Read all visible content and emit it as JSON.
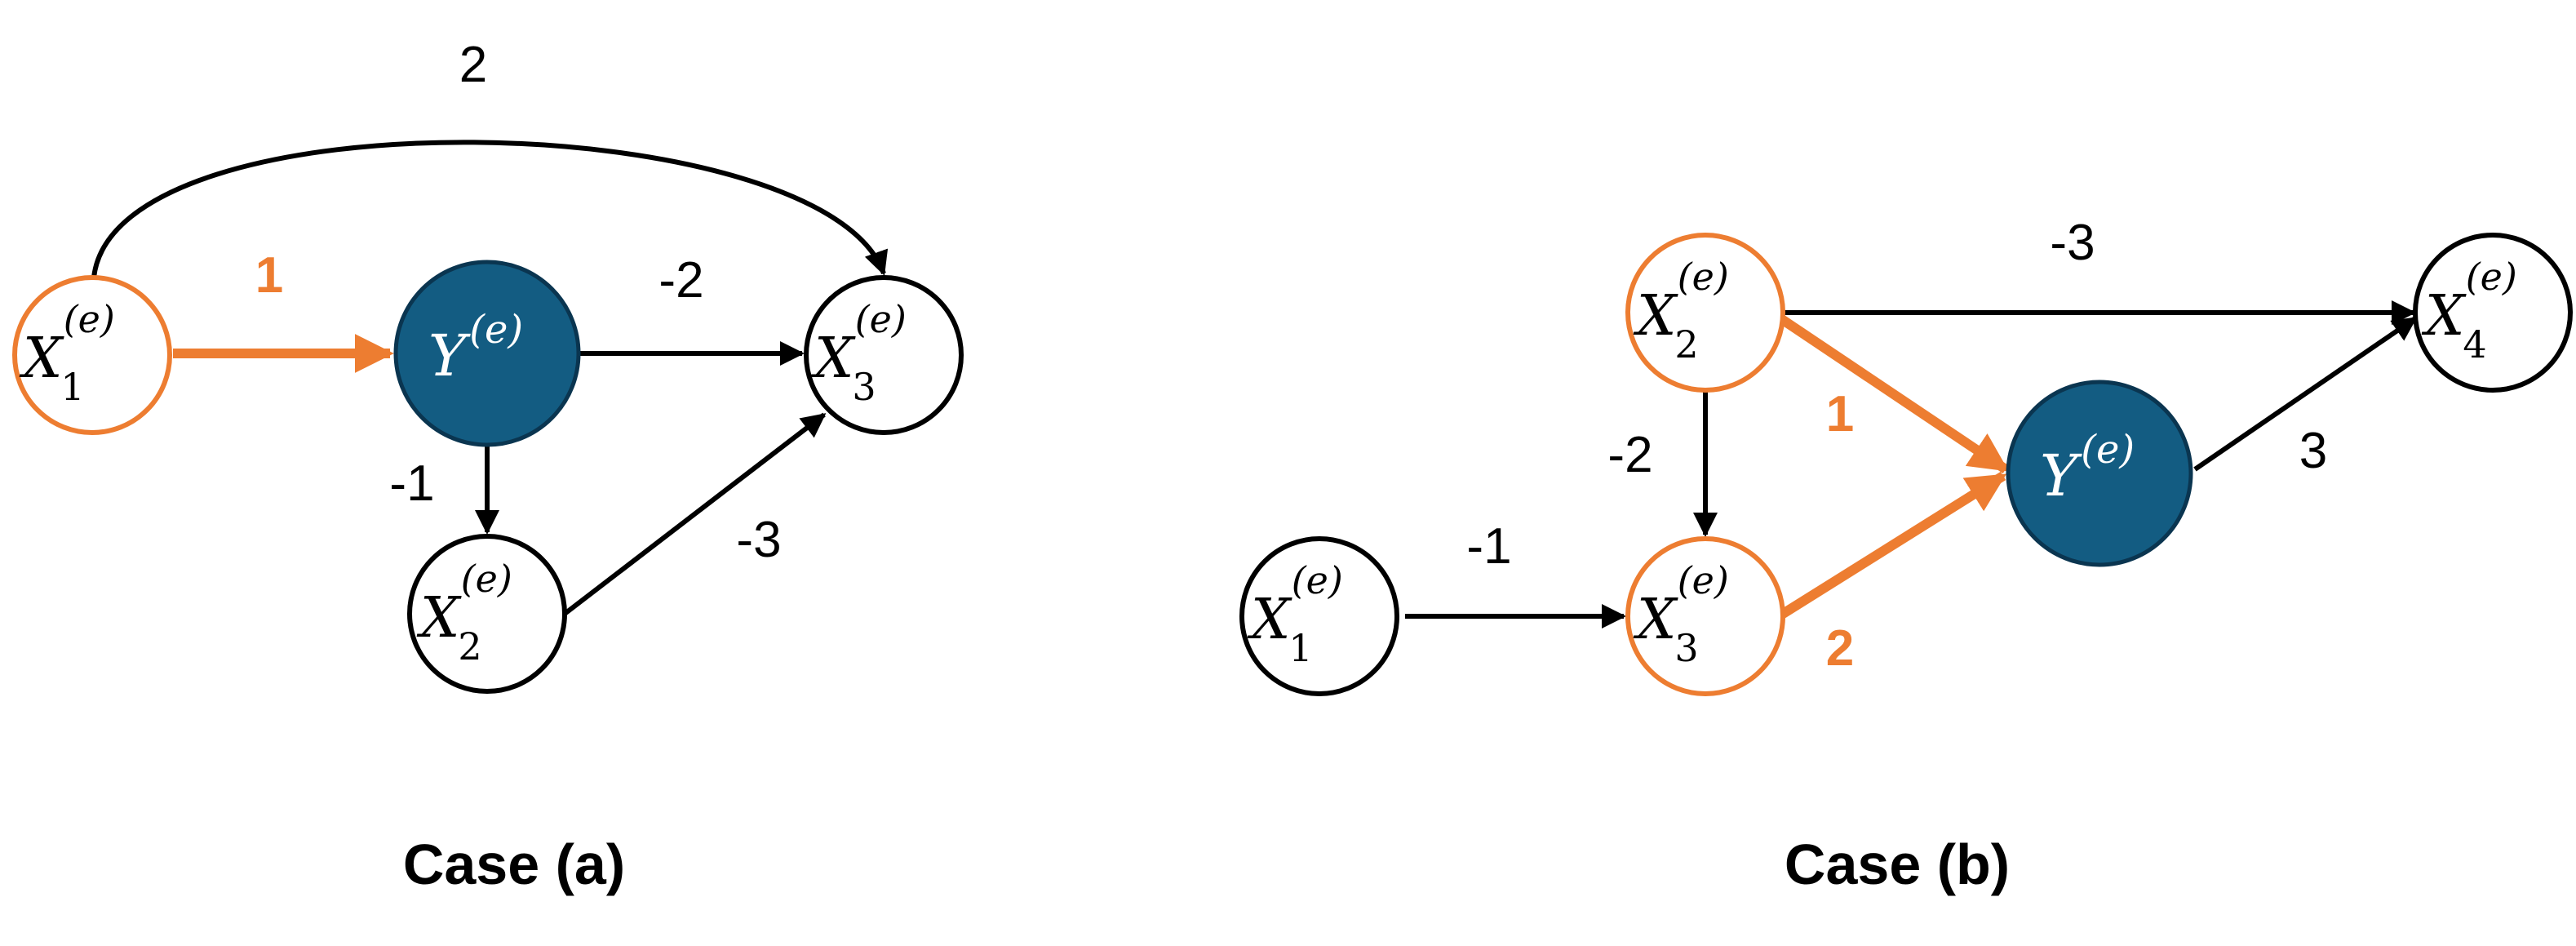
{
  "colors": {
    "highlight": "#ED7D31",
    "target_fill": "#135C82",
    "default_stroke": "#000000",
    "target_text": "#FFFFFF"
  },
  "case_a": {
    "caption": "Case (a)",
    "nodes": {
      "x1": {
        "base": "X",
        "sub": "1",
        "sup": "(e)"
      },
      "y": {
        "base": "Y",
        "sub": "",
        "sup": "(e)"
      },
      "x2": {
        "base": "X",
        "sub": "2",
        "sup": "(e)"
      },
      "x3": {
        "base": "X",
        "sub": "3",
        "sup": "(e)"
      }
    },
    "edges": {
      "x1_y": "1",
      "x1_x3": "2",
      "y_x3": "-2",
      "y_x2": "-1",
      "x2_x3": "-3"
    }
  },
  "case_b": {
    "caption": "Case (b)",
    "nodes": {
      "x1": {
        "base": "X",
        "sub": "1",
        "sup": "(e)"
      },
      "x2": {
        "base": "X",
        "sub": "2",
        "sup": "(e)"
      },
      "x3": {
        "base": "X",
        "sub": "3",
        "sup": "(e)"
      },
      "x4": {
        "base": "X",
        "sub": "4",
        "sup": "(e)"
      },
      "y": {
        "base": "Y",
        "sub": "",
        "sup": "(e)"
      }
    },
    "edges": {
      "x2_x4": "-3",
      "x2_y": "1",
      "x2_x3": "-2",
      "x1_x3": "-1",
      "x3_y": "2",
      "y_x4": "3"
    }
  }
}
